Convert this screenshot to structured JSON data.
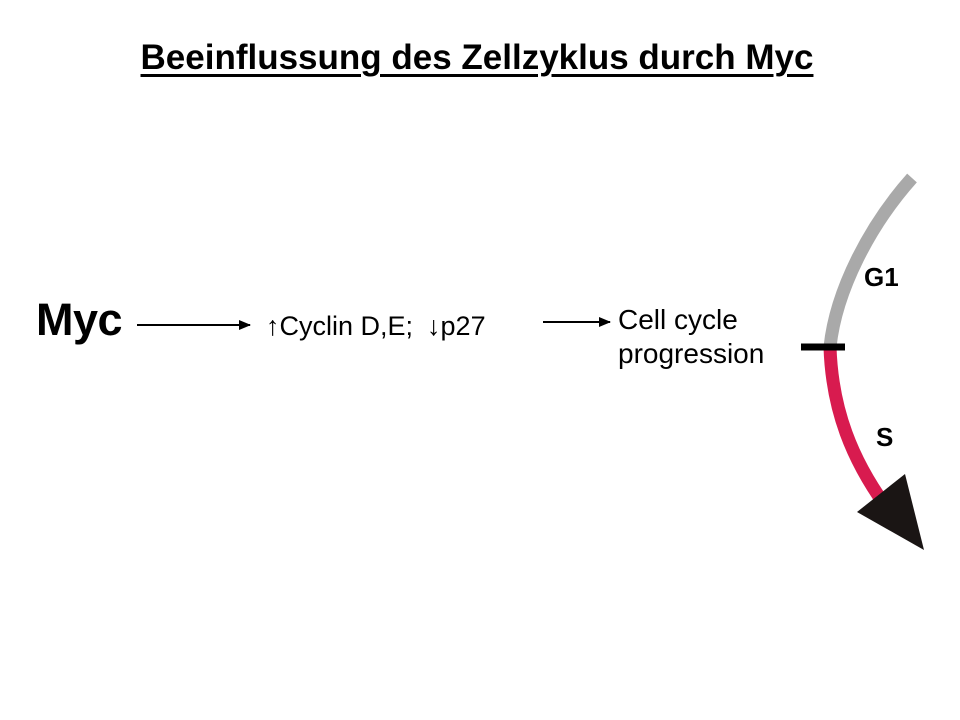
{
  "slide": {
    "title": "Beeinflussung des Zellzyklus durch Myc"
  },
  "pathway": {
    "source": "Myc",
    "effect_up_arrow": "↑",
    "effect_up_text": "Cyclin D,E;",
    "effect_down_arrow": "↓",
    "effect_down_text": "p27",
    "outcome_line1": "Cell cycle",
    "outcome_line2": "progression"
  },
  "cell_cycle": {
    "phase_g1": "G1",
    "phase_s": "S",
    "colors": {
      "g1_arc": "#a9a9a9",
      "s_arc": "#d81b4f",
      "arrowhead": "#1a1514",
      "boundary": "#000000"
    }
  }
}
